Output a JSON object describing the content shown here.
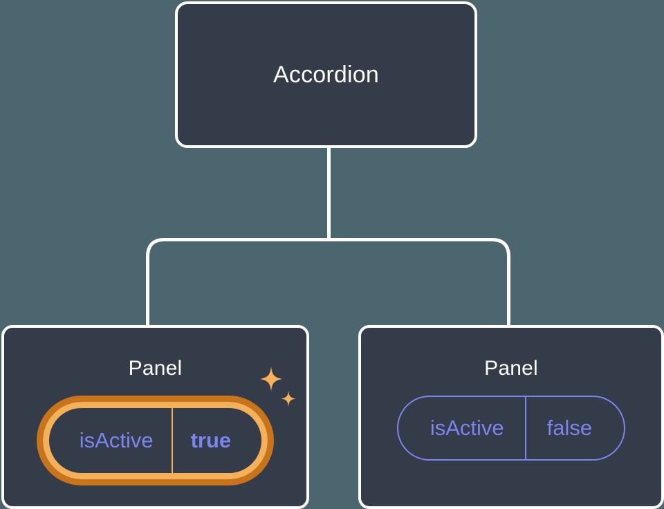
{
  "canvas": {
    "background_color": "#4c6670",
    "node_fill_color": "#343b49",
    "node_border_color": "#ffffff",
    "prop_accent_color": "#7c85ee",
    "highlight_outer_color": "#c9741a",
    "highlight_inner_color": "#f5b15a",
    "sparkle_color": "#f9b356"
  },
  "tree": {
    "root": {
      "title": "Accordion"
    },
    "children": [
      {
        "title": "Panel",
        "highlighted": true,
        "prop": {
          "key": "isActive",
          "value": "true"
        },
        "sparkle_large": "sparkle-icon",
        "sparkle_small": "sparkle-icon"
      },
      {
        "title": "Panel",
        "highlighted": false,
        "prop": {
          "key": "isActive",
          "value": "false"
        }
      }
    ]
  }
}
